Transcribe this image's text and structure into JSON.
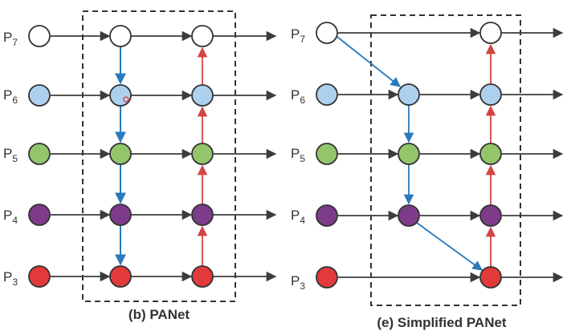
{
  "colors": {
    "P7": "#ffffff",
    "P6": "#aed0ef",
    "P5": "#93c56b",
    "P4": "#7d3b8a",
    "P3": "#e23a3a",
    "node_stroke": "#333333",
    "lateral_arrow": "#3c3c3c",
    "top_down_arrow": "#2a79bd",
    "bottom_up_arrow": "#d24545",
    "dashed_box": "#333333"
  },
  "panels": [
    {
      "id": "panet",
      "caption": "(b) PANet",
      "levels": [
        {
          "key": "P7",
          "prefix": "P",
          "sub": "7"
        },
        {
          "key": "P6",
          "prefix": "P",
          "sub": "6"
        },
        {
          "key": "P5",
          "prefix": "P",
          "sub": "5"
        },
        {
          "key": "P4",
          "prefix": "P",
          "sub": "4"
        },
        {
          "key": "P3",
          "prefix": "P",
          "sub": "3"
        }
      ]
    },
    {
      "id": "simplified-panet",
      "caption": "(e) Simplified PANet",
      "levels": [
        {
          "key": "P7",
          "prefix": "P",
          "sub": "7"
        },
        {
          "key": "P6",
          "prefix": "P",
          "sub": "6"
        },
        {
          "key": "P5",
          "prefix": "P",
          "sub": "5"
        },
        {
          "key": "P4",
          "prefix": "P",
          "sub": "4"
        },
        {
          "key": "P3",
          "prefix": "P",
          "sub": "3"
        }
      ]
    }
  ]
}
